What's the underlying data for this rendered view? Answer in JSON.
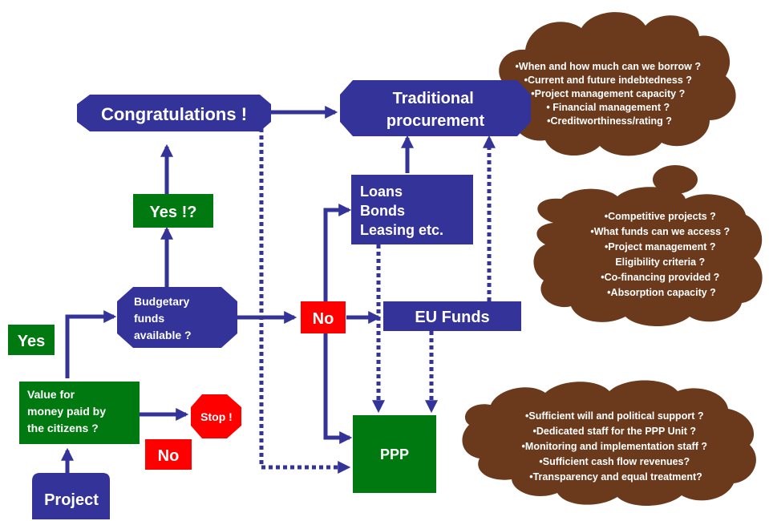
{
  "colors": {
    "blue": "#333399",
    "green": "#007a10",
    "red": "#ff0000",
    "brown": "#6b3a1c",
    "text": "#ffffff"
  },
  "nodes": {
    "congratulations": "Congratulations !",
    "traditional": [
      "Traditional",
      "procurement"
    ],
    "loans": [
      "Loans",
      "Bonds",
      "Leasing etc."
    ],
    "yes_maybe": "Yes !?",
    "budgetary": [
      "Budgetary",
      "funds",
      "available ?"
    ],
    "no_middle": "No",
    "eu_funds": "EU Funds",
    "yes_left": "Yes",
    "value": [
      "Value for",
      "money paid by",
      "the citizens ?"
    ],
    "stop": "Stop !",
    "no_bottom": "No",
    "ppp": "PPP",
    "project": "Project"
  },
  "clouds": {
    "top": [
      "•When and how much can we borrow ?",
      "•Current and future indebtedness ?",
      "•Project management capacity ?",
      "• Financial management ?",
      "•Creditworthiness/rating ?"
    ],
    "middle": [
      "•Competitive projects ?",
      "•What funds can we access ?",
      "•Project management ?",
      "Eligibility criteria ?",
      "•Co-financing provided ?",
      "•Absorption capacity ?"
    ],
    "bottom": [
      "•Sufficient will and political support ?",
      "•Dedicated staff for the PPP Unit ?",
      "•Monitoring and implementation staff ?",
      "•Sufficient cash flow revenues?",
      "•Transparency and equal treatment?"
    ]
  }
}
